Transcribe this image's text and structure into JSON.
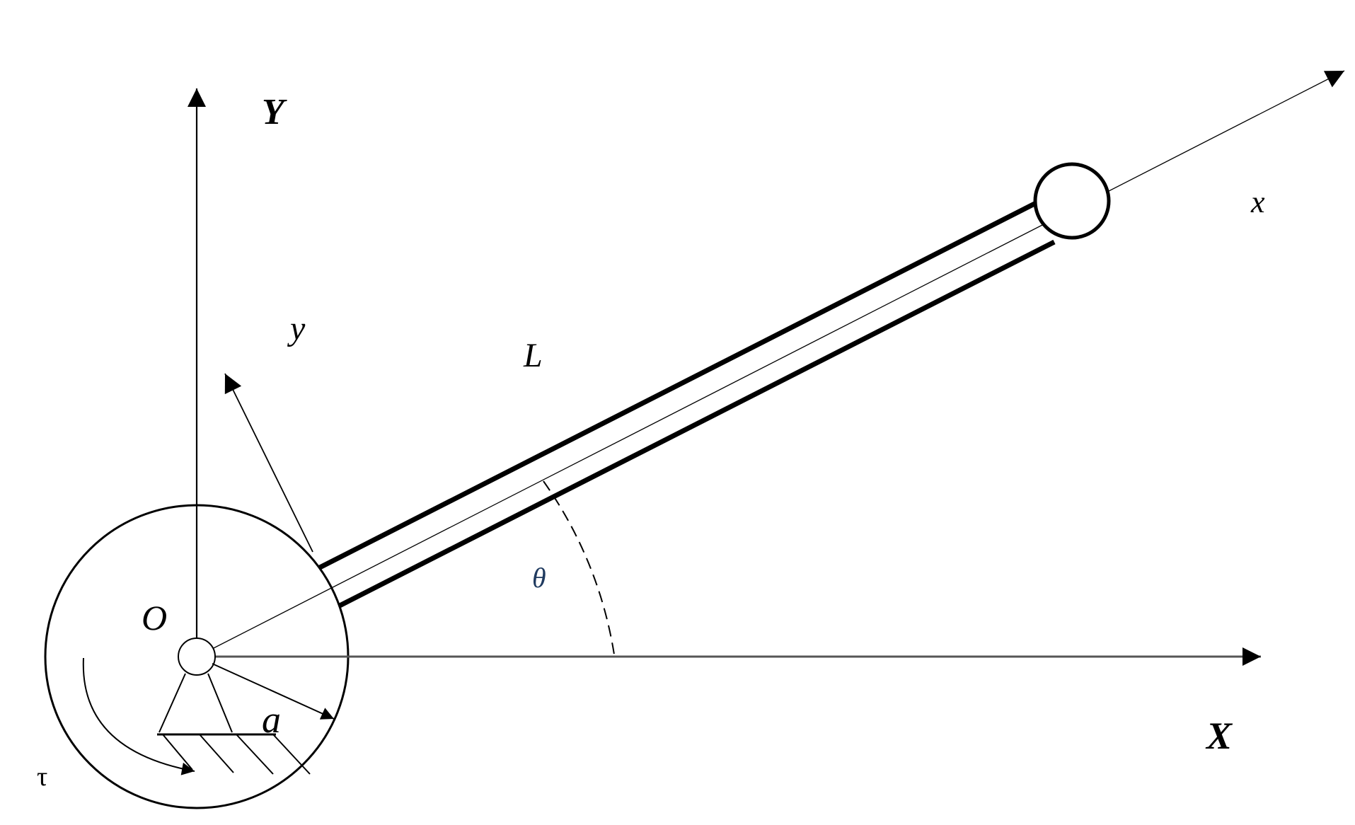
{
  "diagram": {
    "labels": {
      "global_y_axis": "Y",
      "global_x_axis": "X",
      "local_x_axis": "x",
      "local_y_axis": "y",
      "length": "L",
      "angle": "θ",
      "origin": "O",
      "hub_radius": "a",
      "torque": "τ"
    },
    "colors": {
      "stroke": "#000000",
      "angle_label": "#1f3a5f",
      "background": "#ffffff"
    }
  }
}
